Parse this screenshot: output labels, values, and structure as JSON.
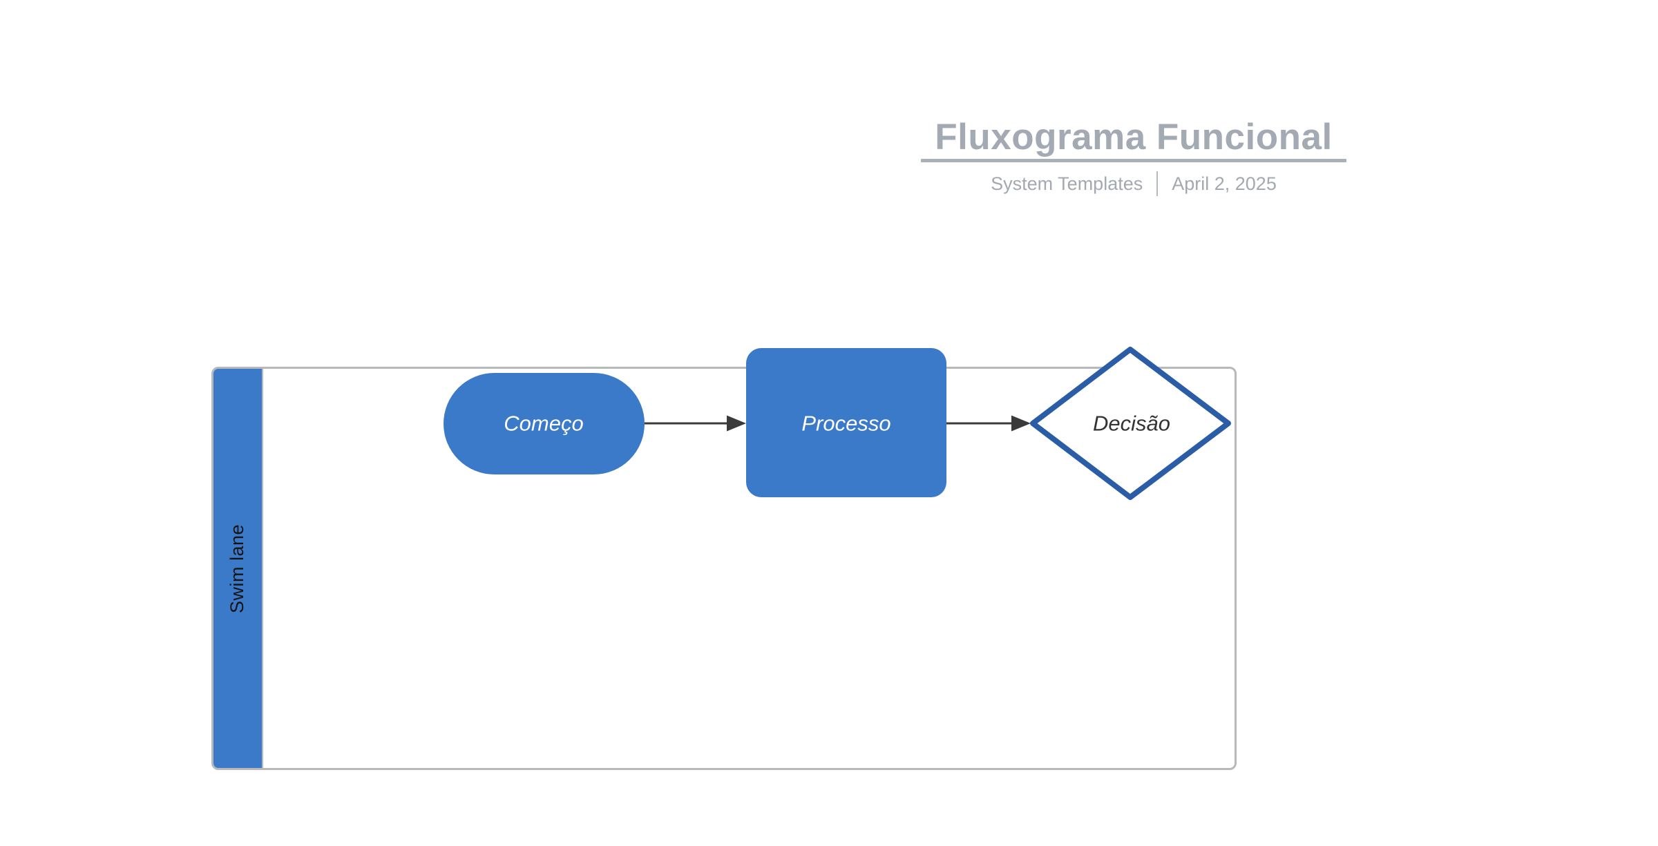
{
  "header": {
    "title": "Fluxograma Funcional",
    "subtitle_source": "System Templates",
    "subtitle_date": "April 2, 2025"
  },
  "lane": {
    "label": "Swim lane"
  },
  "nodes": {
    "start": {
      "label": "Começo",
      "type": "terminator"
    },
    "process": {
      "label": "Processo",
      "type": "process"
    },
    "decision": {
      "label": "Decisão",
      "type": "decision"
    }
  },
  "connectors": [
    {
      "from": "start",
      "to": "process"
    },
    {
      "from": "process",
      "to": "decision"
    }
  ],
  "colors": {
    "node_fill": "#3B79C9",
    "decision_border": "#2A5DA6",
    "decision_fill": "#FFFFFF",
    "lane_bar_fill": "#3B79C9",
    "lane_border": "#B6B8BA",
    "arrow": "#3A3A3A",
    "title_gray": "#A3AAB3",
    "subtitle_gray": "#A3A9B1",
    "lane_label_color": "#141414"
  }
}
